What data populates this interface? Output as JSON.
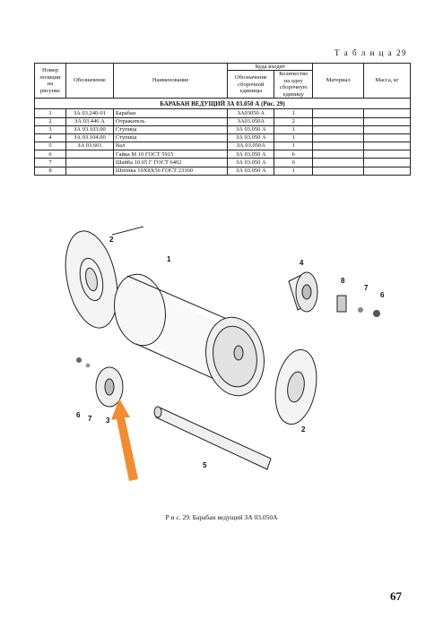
{
  "table_label": "Т а б л и ц а  29",
  "headers": {
    "pos": "Номер позиции на рисунке",
    "designation": "Обозначение",
    "name": "Наименование",
    "where_used": "Куда входит",
    "assembly_designation": "Обозначение сборочной единицы",
    "qty_per_unit": "Количество на одну сборочную единицу",
    "material": "Материал",
    "mass": "Масса, кг"
  },
  "section_title": "БАРАБАН ВЕДУЩИЙ ЗА 03.050 А (Рис. 29)",
  "rows": [
    {
      "pos": "1",
      "designation": "ЗА 03.240-01",
      "name": "Барабан",
      "assembly": "ЗА03050 А",
      "qty": "1"
    },
    {
      "pos": "2",
      "designation": "ЗА 03.446 А",
      "name": "Отражатель",
      "assembly": "ЗА03.050А",
      "qty": "2"
    },
    {
      "pos": "3",
      "designation": "ЗА 03.103.00",
      "name": "Ступица",
      "assembly": "ЗА 03.050 А",
      "qty": "1"
    },
    {
      "pos": "4",
      "designation": "ЗА 03.104.00",
      "name": "Ступица",
      "assembly": "ЗА 03.050 А",
      "qty": "1"
    },
    {
      "pos": "5",
      "designation": "ЗА 03.601",
      "name": "Вал",
      "assembly": "ЗА 03.050А",
      "qty": "1"
    },
    {
      "pos": "6",
      "designation": "",
      "name": "Гайка М 10  ГОСТ 5915",
      "assembly": "ЗА 03.050 А",
      "qty": "6"
    },
    {
      "pos": "7",
      "designation": "",
      "name": "Шайба 10.65 Г   ГОСТ 6402",
      "assembly": "ЗА 03.050 А",
      "qty": "6"
    },
    {
      "pos": "8",
      "designation": "",
      "name": "Шпонка 10Х8Х56  ГОСТ 23360",
      "assembly": "ЗА 03.050 А",
      "qty": "1"
    }
  ],
  "figure_labels": {
    "l1": "1",
    "l2a": "2",
    "l2b": "2",
    "l3": "3",
    "l4": "4",
    "l5": "5",
    "l6a": "6",
    "l6b": "6",
    "l7a": "7",
    "l7b": "7",
    "l8": "8"
  },
  "caption": "Р и с. 29.  Барабан ведущий ЗА 03.050А",
  "page_number": "67",
  "colors": {
    "arrow": "#f28c2e"
  }
}
